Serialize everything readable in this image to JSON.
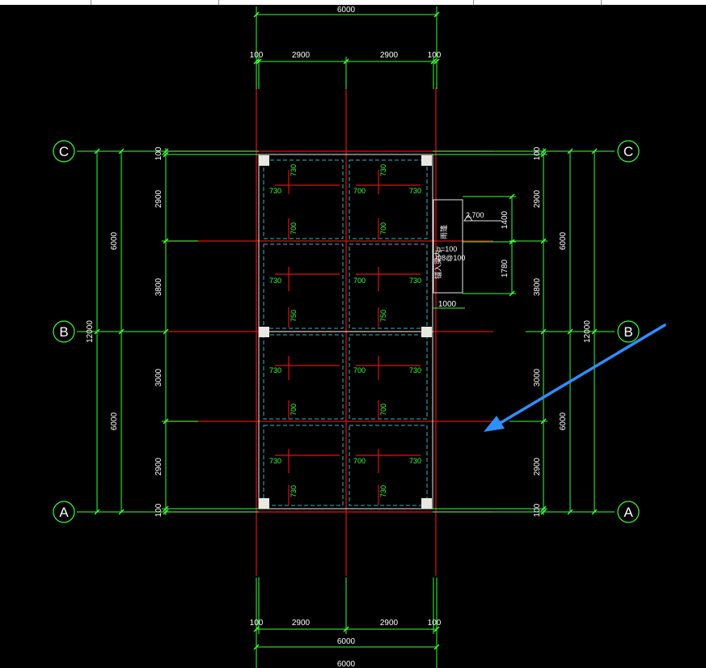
{
  "axes": {
    "a": "A",
    "b": "B",
    "c": "C"
  },
  "dims": {
    "top_total": "6000",
    "bottom_total_1": "6000",
    "bottom_total_2": "6000",
    "edge": "100",
    "span": "2900",
    "vertical_total": "12000",
    "half": "6000",
    "seg_2900": "2900",
    "seg_3800": "3800",
    "seg_3000": "3000",
    "seg_100": "100",
    "seg_1400": "1400",
    "seg_1780": "1780",
    "seg_1000": "1000"
  },
  "labels": {
    "l730": "730",
    "l700": "700",
    "l750": "750"
  },
  "note": {
    "elev": "2.700",
    "line1": "雨篷",
    "line2": "h=100",
    "line3": "Φ8@100",
    "line4": "锚入梁内"
  },
  "colors": {
    "background": "#000000",
    "dim_green": "#39ff39",
    "axis_red": "#e01010",
    "dashed_cyan": "#2fb9c9",
    "arrow_blue": "#2e8fff"
  }
}
